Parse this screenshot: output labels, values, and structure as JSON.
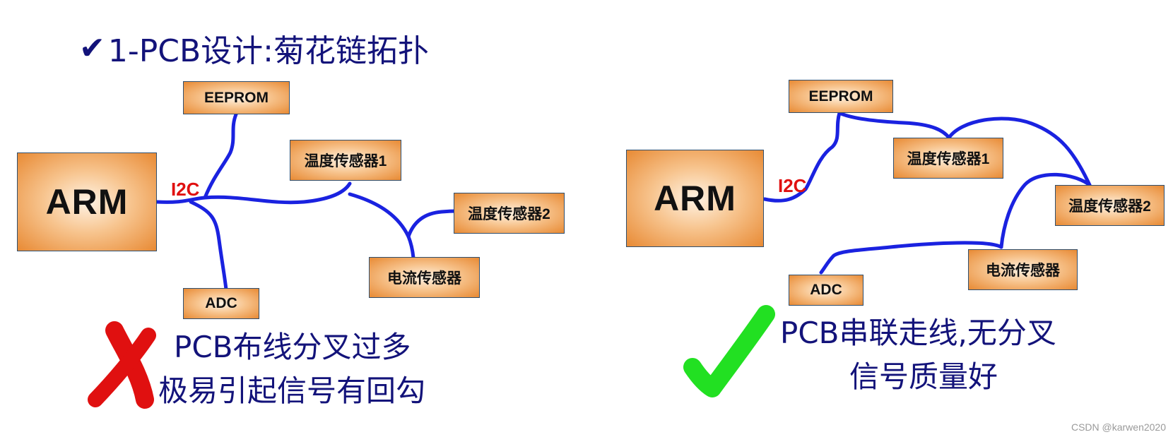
{
  "title": {
    "check": "✔",
    "text": "1-PCB设计:菊花链拓扑"
  },
  "left": {
    "arm": "ARM",
    "i2c": "I2C",
    "eeprom": "EEPROM",
    "temp1": "温度传感器1",
    "temp2": "温度传感器2",
    "current": "电流传感器",
    "adc": "ADC",
    "caption_line1": "PCB布线分叉过多",
    "caption_line2": "极易引起信号有回勾"
  },
  "right": {
    "arm": "ARM",
    "i2c": "I2C",
    "eeprom": "EEPROM",
    "temp1": "温度传感器1",
    "temp2": "温度传感器2",
    "current": "电流传感器",
    "adc": "ADC",
    "caption_line1": "PCB串联走线,无分叉",
    "caption_line2": "信号质量好"
  },
  "colors": {
    "wire": "#1a22e0",
    "title_text": "#13137a",
    "i2c_label": "#e01010",
    "cross_mark": "#e01010",
    "check_mark": "#22e022"
  },
  "icons": {
    "bad": "cross-mark-icon",
    "good": "check-mark-icon"
  },
  "watermark": "CSDN @karwen2020"
}
